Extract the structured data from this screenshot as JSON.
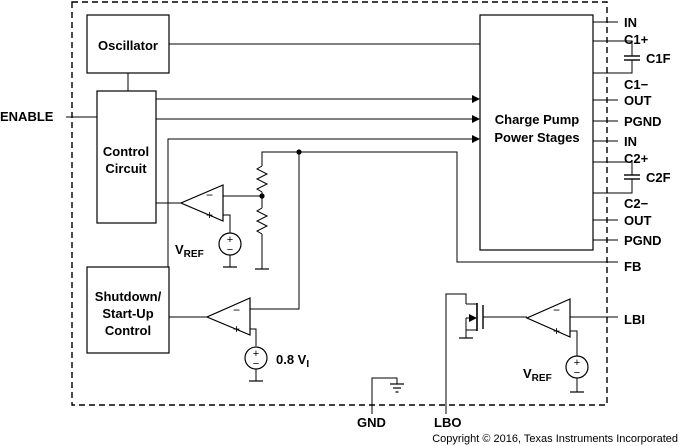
{
  "blocks": {
    "oscillator": "Oscillator",
    "control_line1": "Control",
    "control_line2": "Circuit",
    "charge_pump_line1": "Charge Pump",
    "charge_pump_line2": "Power Stages",
    "shutdown_line1": "Shutdown/",
    "shutdown_line2": "Start-Up",
    "shutdown_line3": "Control"
  },
  "pins": {
    "in_top": "IN",
    "c1_plus": "C1+",
    "c1f": "C1F",
    "c1_minus": "C1−",
    "out_top": "OUT",
    "pgnd_top": "PGND",
    "in_mid": "IN",
    "c2_plus": "C2+",
    "c2f": "C2F",
    "c2_minus": "C2−",
    "out_bottom": "OUT",
    "pgnd_bottom": "PGND",
    "fb": "FB",
    "lbi": "LBI",
    "enable": "ENABLE",
    "gnd": "GND",
    "lbo": "LBO"
  },
  "labels": {
    "vref_main": "V",
    "vref_sub": "REF",
    "vref2_main": "V",
    "vref2_sub": "REF",
    "vsrc_main": "0.8 V",
    "vsrc_sub": "I",
    "minus": "−",
    "plus": "+",
    "copyright": "Copyright © 2016, Texas Instruments Incorporated"
  }
}
